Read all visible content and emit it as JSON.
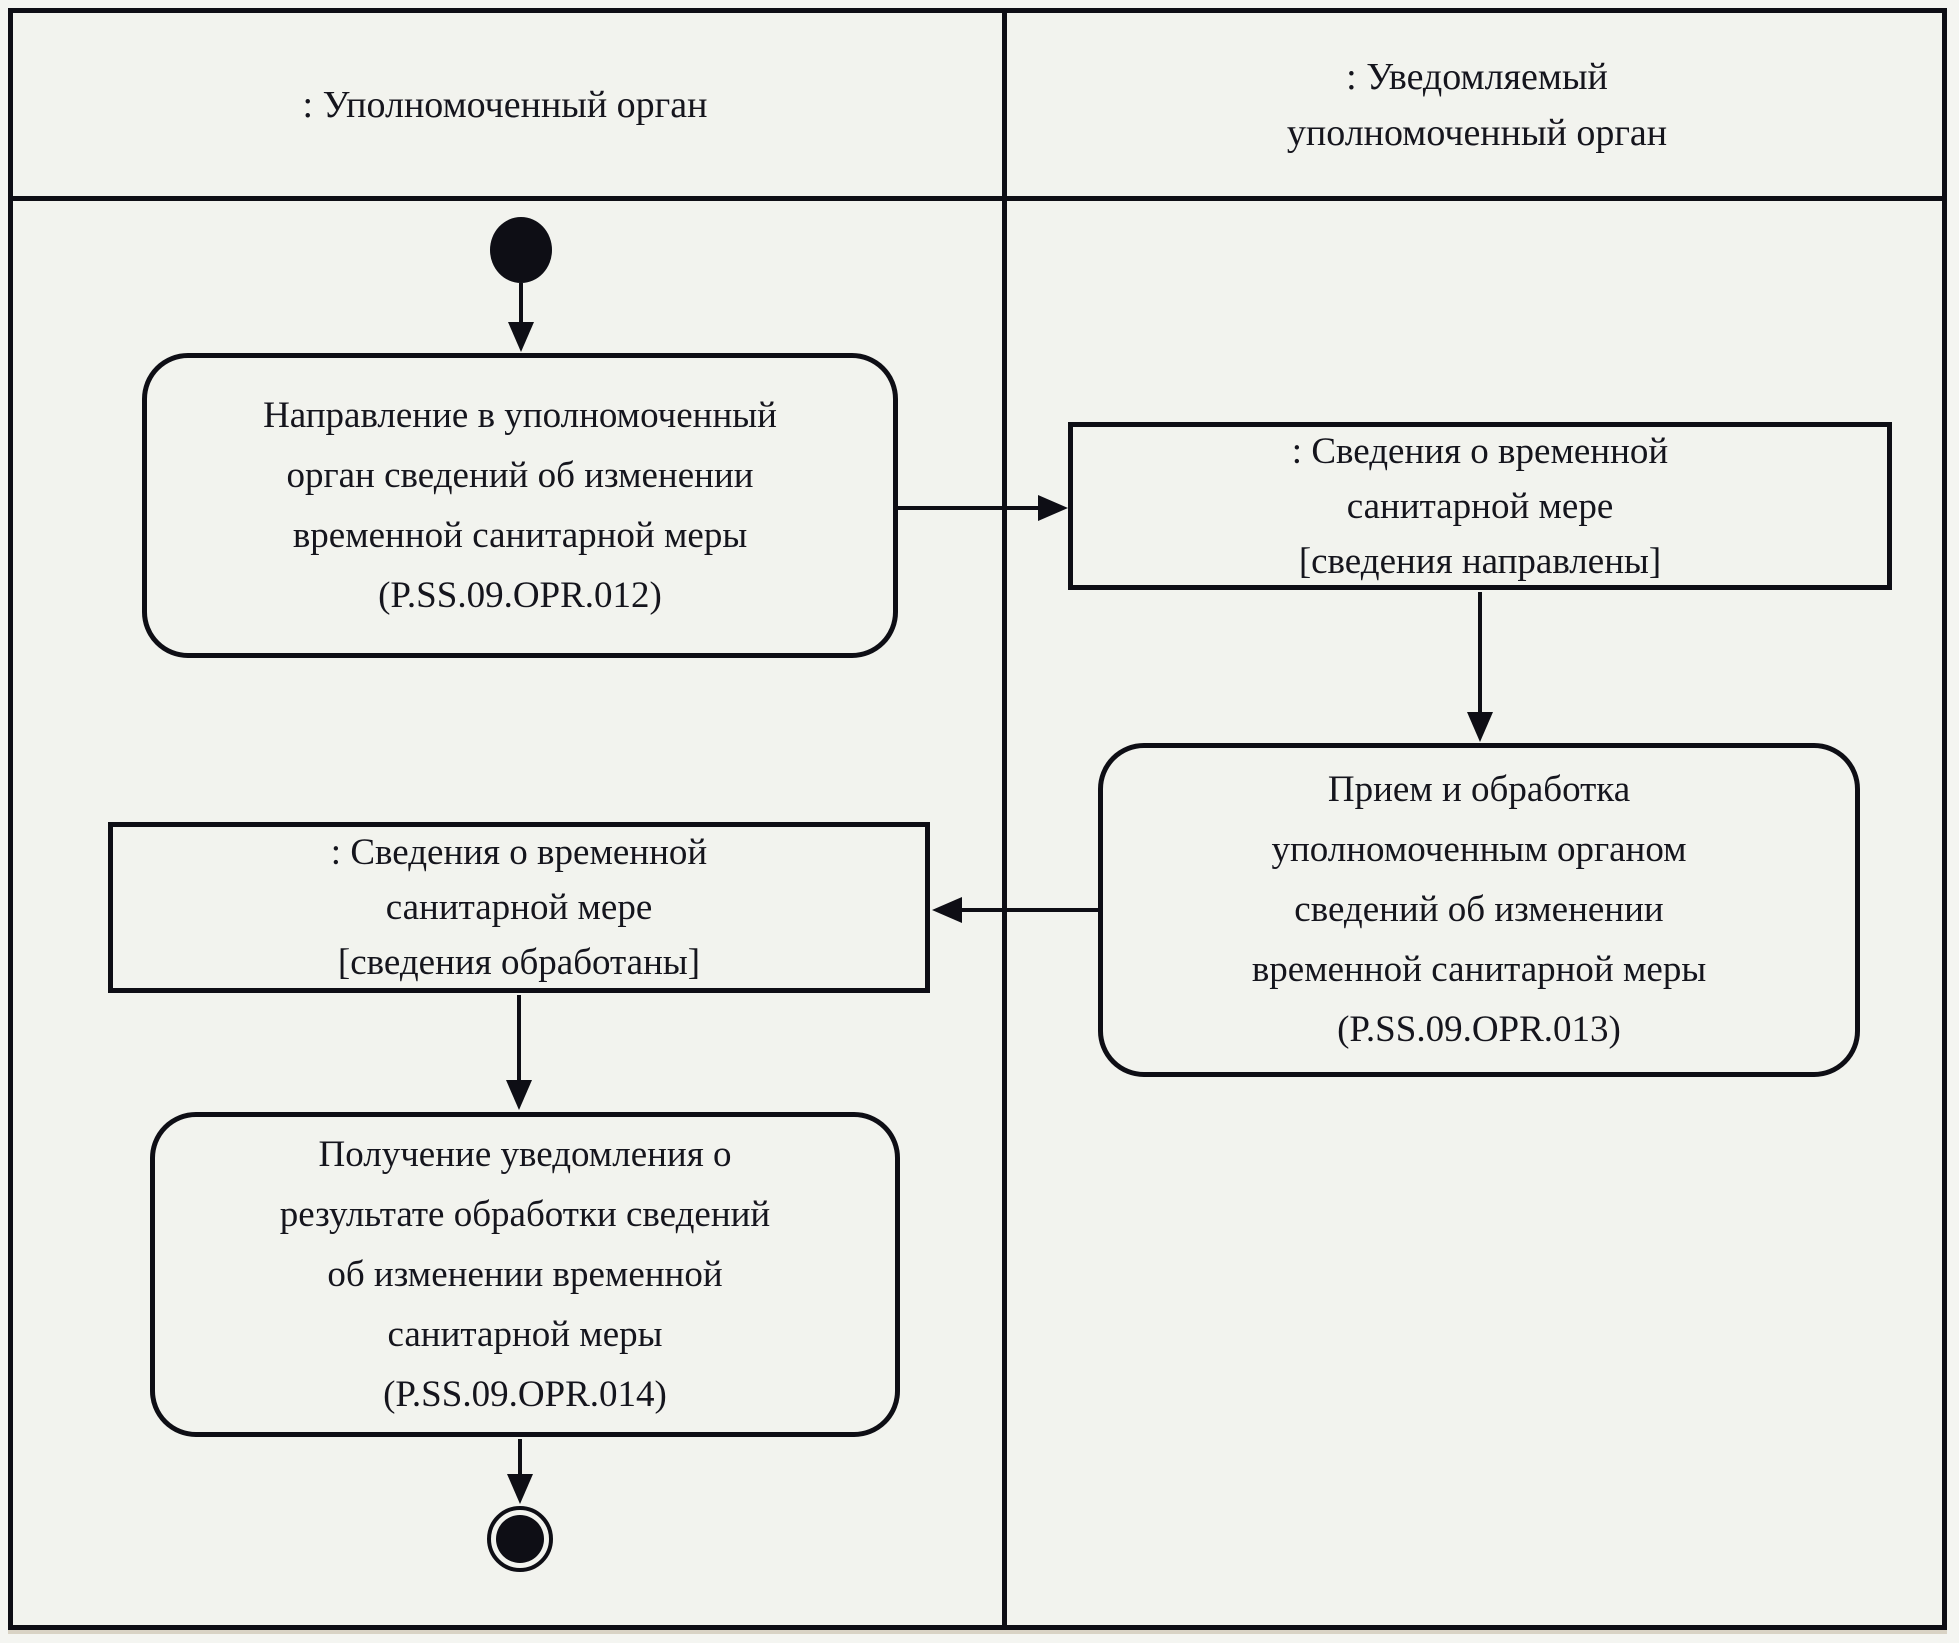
{
  "diagram": {
    "type": "uml-activity-swimlane",
    "colors": {
      "background": "#f2f3ee",
      "line": "#0e0e15",
      "text": "#15151d",
      "shadow": "#d9d3c5"
    },
    "lanes": [
      {
        "title": ": Уполномоченный орган"
      },
      {
        "title": ": Уведомляемый\nуполномоченный орган"
      }
    ],
    "nodes": {
      "start": "initial-node",
      "activity1": "Направление в уполномоченный\nорган сведений об изменении\nвременной санитарной меры\n(P.SS.09.OPR.012)",
      "object1": ": Сведения о временной\nсанитарной мере\n[сведения направлены]",
      "activity2": "Прием и обработка\nуполномоченным органом\nсведений об изменении\nвременной санитарной меры\n(P.SS.09.OPR.013)",
      "object2": ": Сведения о временной\nсанитарной мере\n[сведения обработаны]",
      "activity3": "Получение уведомления о\nрезультате обработки сведений\nоб изменении временной\nсанитарной меры\n(P.SS.09.OPR.014)",
      "end": "final-node"
    },
    "flows": [
      {
        "from": "start",
        "to": "activity1"
      },
      {
        "from": "activity1",
        "to": "object1"
      },
      {
        "from": "object1",
        "to": "activity2"
      },
      {
        "from": "activity2",
        "to": "object2"
      },
      {
        "from": "object2",
        "to": "activity3"
      },
      {
        "from": "activity3",
        "to": "end"
      }
    ]
  }
}
